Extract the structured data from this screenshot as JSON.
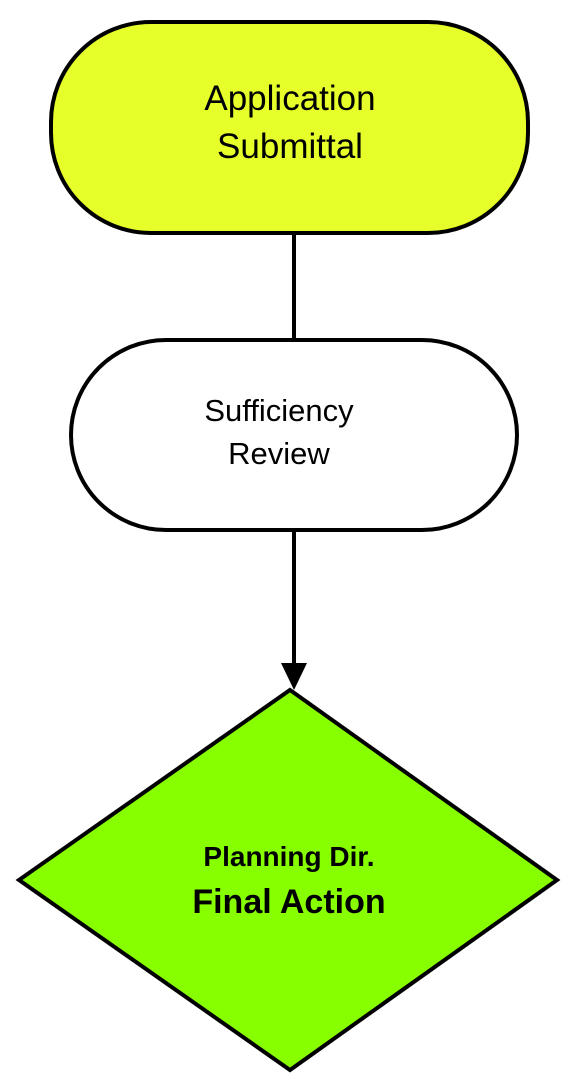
{
  "colors": {
    "start_fill": "#e6ff2a",
    "process_fill": "#ffffff",
    "decision_fill": "#88ff00",
    "stroke": "#000000"
  },
  "nodes": {
    "start": {
      "shape": "rounded-terminal",
      "line1": "Application",
      "line2": "Submittal"
    },
    "review": {
      "shape": "rounded-terminal",
      "line1": "Sufficiency",
      "line2": "Review"
    },
    "decision": {
      "shape": "diamond",
      "line1": "Planning Dir.",
      "line2": "Final Action"
    }
  },
  "edges": [
    {
      "from": "start",
      "to": "review",
      "arrow": false
    },
    {
      "from": "review",
      "to": "decision",
      "arrow": true
    }
  ]
}
